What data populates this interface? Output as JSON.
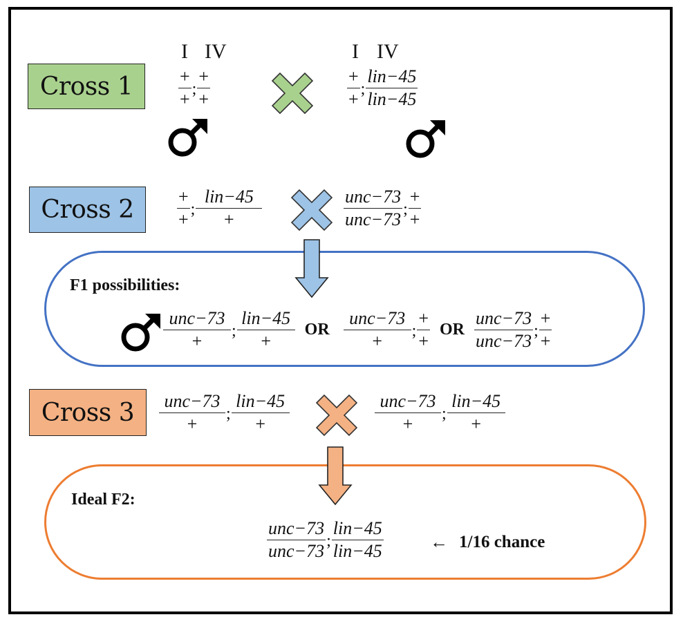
{
  "colors": {
    "cross1": "#a9d18e",
    "cross2": "#9dc3e6",
    "cross3": "#f4b183",
    "f1_outline": "#4472c4",
    "f2_outline": "#ed7d31"
  },
  "cross1": {
    "label": "Cross 1",
    "left_parent": {
      "chromosomes": [
        "I",
        "IV"
      ],
      "genotype": [
        {
          "top": "+",
          "bottom": "+"
        },
        {
          "top": "+",
          "bottom": "+"
        }
      ],
      "sex": "male-symbol-icon"
    },
    "right_parent": {
      "chromosomes": [
        "I",
        "IV"
      ],
      "genotype": [
        {
          "top": "+",
          "bottom": "+"
        },
        {
          "top": "lin-45",
          "bottom": "lin-45"
        }
      ],
      "sex": "male-symbol-icon"
    },
    "cross_icon": "cross-x-icon"
  },
  "cross2": {
    "label": "Cross 2",
    "left_parent": {
      "genotype": [
        {
          "top": "+",
          "bottom": "+"
        },
        {
          "top": "lin-45",
          "bottom": "+"
        }
      ]
    },
    "right_parent": {
      "genotype": [
        {
          "top": "unc-73",
          "bottom": "unc-73"
        },
        {
          "top": "+",
          "bottom": "+"
        }
      ]
    },
    "cross_icon": "cross-x-icon"
  },
  "f1": {
    "title": "F1 possibilities:",
    "or_label": "OR",
    "options": [
      {
        "sex": "male-symbol-icon",
        "genotype": [
          {
            "top": "unc-73",
            "bottom": "+"
          },
          {
            "top": "lin-45",
            "bottom": "+"
          }
        ]
      },
      {
        "genotype": [
          {
            "top": "unc-73",
            "bottom": "+"
          },
          {
            "top": "+",
            "bottom": "+"
          }
        ]
      },
      {
        "genotype": [
          {
            "top": "unc-73",
            "bottom": "unc-73"
          },
          {
            "top": "+",
            "bottom": "+"
          }
        ]
      }
    ]
  },
  "cross3": {
    "label": "Cross 3",
    "left_parent": {
      "genotype": [
        {
          "top": "unc-73",
          "bottom": "+"
        },
        {
          "top": "lin-45",
          "bottom": "+"
        }
      ]
    },
    "right_parent": {
      "genotype": [
        {
          "top": "unc-73",
          "bottom": "+"
        },
        {
          "top": "lin-45",
          "bottom": "+"
        }
      ]
    },
    "cross_icon": "cross-x-icon"
  },
  "f2": {
    "title": "Ideal F2:",
    "genotype": [
      {
        "top": "unc-73",
        "bottom": "unc-73"
      },
      {
        "top": "lin-45",
        "bottom": "lin-45"
      }
    ],
    "note_arrow": "←",
    "note": "1/16 chance"
  },
  "separator": ";"
}
